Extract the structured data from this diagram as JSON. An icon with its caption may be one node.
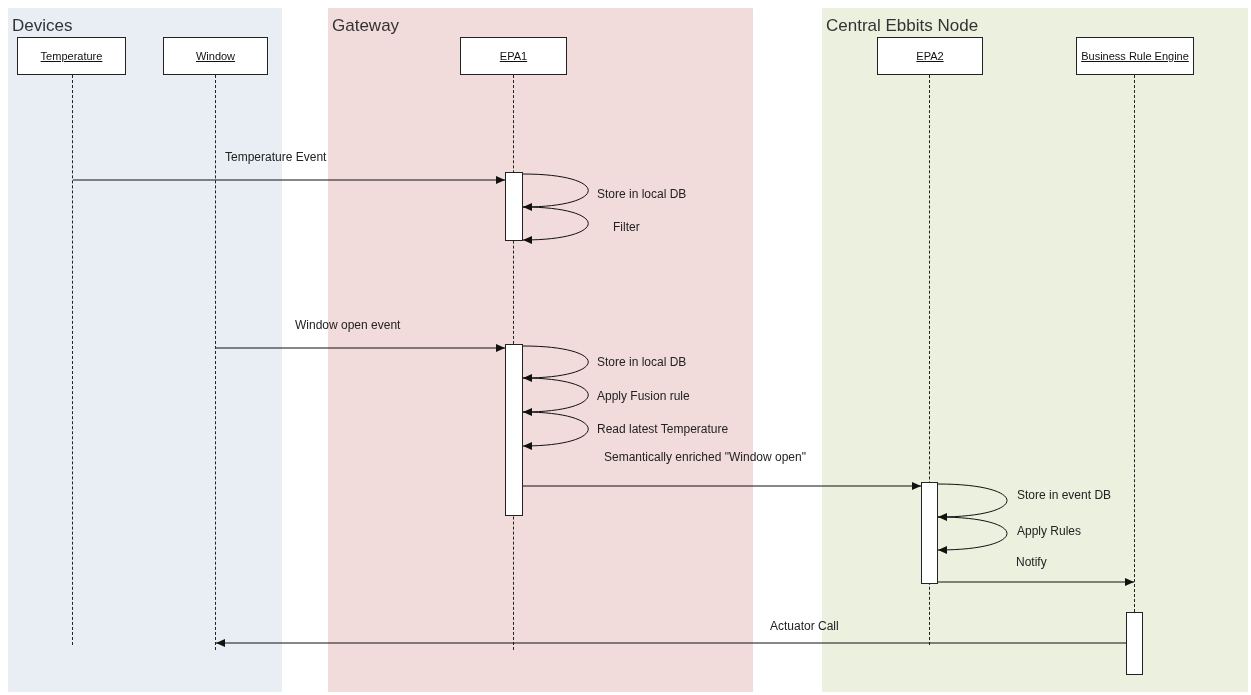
{
  "diagram": {
    "nodes": [
      {
        "text": [
          "Devices"
        ]
      },
      {
        "text": [
          "Temperature"
        ],
        "in": 0
      },
      {
        "text": [
          "Window"
        ],
        "in": 0
      },
      {
        "text": [
          "Gateway"
        ]
      },
      {
        "text": [
          "EPA1"
        ],
        "in": 3
      },
      {
        "text": [
          "Central Ebbits Node"
        ]
      },
      {
        "text": [
          "EPA2"
        ],
        "in": 5
      },
      {
        "text": [
          "Business Rule Engine"
        ],
        "in": 5
      },
      {
        "text": [],
        "shape": "line",
        "in": 0
      },
      {
        "text": [],
        "shape": "line",
        "in": 0
      },
      {
        "text": [],
        "shape": "line",
        "in": 3
      },
      {
        "text": [],
        "shape": "line",
        "in": 5
      },
      {
        "text": [],
        "shape": "line",
        "in": 5
      },
      {
        "text": [],
        "shape": "bar",
        "in": 3
      },
      {
        "text": [],
        "shape": "bar",
        "in": 3
      },
      {
        "text": [],
        "shape": "bar",
        "in": 5
      },
      {
        "text": [],
        "shape": "bar",
        "in": 5
      }
    ],
    "edges": [
      {
        "from": 8,
        "to": 13,
        "arrow": "to",
        "label": "Temperature Event"
      },
      {
        "from": 13,
        "to": 13,
        "arrow": "to",
        "label": "Store in local DB"
      },
      {
        "from": 13,
        "to": 13,
        "arrow": "to",
        "label": "Filter"
      },
      {
        "from": 9,
        "to": 14,
        "arrow": "to",
        "label": "Window open event"
      },
      {
        "from": 14,
        "to": 14,
        "arrow": "to",
        "label": "Store in local DB"
      },
      {
        "from": 14,
        "to": 14,
        "arrow": "to",
        "label": "Apply Fusion rule"
      },
      {
        "from": 14,
        "to": 14,
        "arrow": "to",
        "label": "Read latest Temperature"
      },
      {
        "from": 14,
        "to": 15,
        "arrow": "to",
        "label": "Semantically enriched \"Window open\""
      },
      {
        "from": 15,
        "to": 15,
        "arrow": "to",
        "label": "Store in event DB"
      },
      {
        "from": 15,
        "to": 15,
        "arrow": "to",
        "label": "Apply Rules"
      },
      {
        "from": 15,
        "to": 12,
        "arrow": "to",
        "label": "Notify"
      },
      {
        "from": 16,
        "to": 9,
        "arrow": "to",
        "label": "Actuator Call"
      }
    ]
  }
}
